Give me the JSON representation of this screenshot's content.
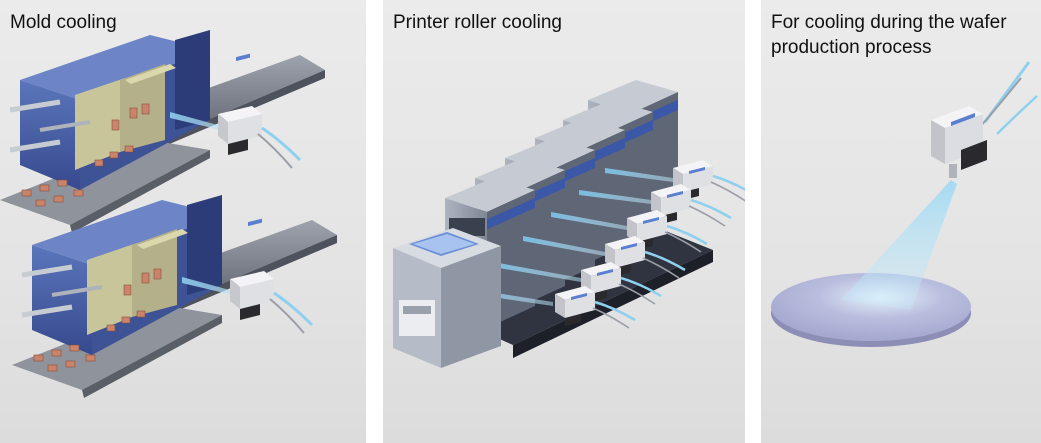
{
  "panels": [
    {
      "caption": "Mold cooling",
      "icon": "mold-cooling-illustration"
    },
    {
      "caption": "Printer roller cooling",
      "icon": "printer-roller-cooling-illustration"
    },
    {
      "caption": "For cooling during the wafer production process",
      "icon": "wafer-cooling-illustration"
    }
  ],
  "colors": {
    "panel_bg": "#e6e6e6",
    "machine_blue": "#4a64a8",
    "machine_navy": "#2c3c78",
    "rail_gray": "#7a7e88",
    "chip_copper": "#c8826a",
    "air_beam": "#7cc6ee",
    "wafer_lavender": "#b3b5d8",
    "sensor_white": "#f2f2f4",
    "sensor_accent": "#5b7fd0"
  }
}
